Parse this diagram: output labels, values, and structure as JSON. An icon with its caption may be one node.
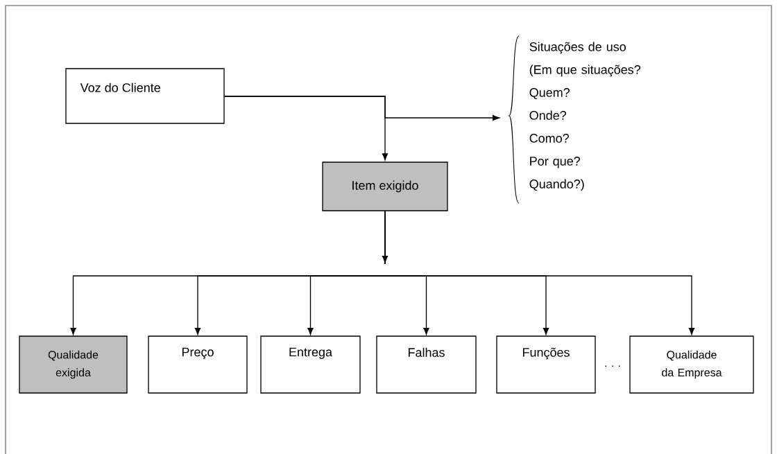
{
  "diagram": {
    "nodes": [
      {
        "text": [
          "Voz do Cliente"
        ]
      },
      {
        "text": [
          "Item exigido"
        ]
      },
      {
        "text": [
          "Situações de uso",
          "(Em que situações?",
          "Quem?",
          "Onde?",
          "Como?",
          "Por que?",
          "Quando?)"
        ]
      },
      {
        "text": [
          "Qualidade exigida"
        ]
      },
      {
        "text": [
          "Preço"
        ]
      },
      {
        "text": [
          "Entrega"
        ]
      },
      {
        "text": [
          "Falhas"
        ]
      },
      {
        "text": [
          "Funções"
        ]
      },
      {
        "text": [
          "Qualidade da Empresa"
        ]
      }
    ],
    "edges": [
      {
        "from": 0,
        "to": 1,
        "arrow": "to"
      },
      {
        "from": 0,
        "to": 2,
        "arrow": "to"
      },
      {
        "from": 1,
        "to": 3,
        "arrow": "to"
      },
      {
        "from": 1,
        "to": 4,
        "arrow": "to"
      },
      {
        "from": 1,
        "to": 5,
        "arrow": "to"
      },
      {
        "from": 1,
        "to": 6,
        "arrow": "to"
      },
      {
        "from": 1,
        "to": 7,
        "arrow": "to"
      },
      {
        "from": 1,
        "to": 8,
        "arrow": "to"
      }
    ],
    "labels": [
      "· · ·"
    ]
  }
}
